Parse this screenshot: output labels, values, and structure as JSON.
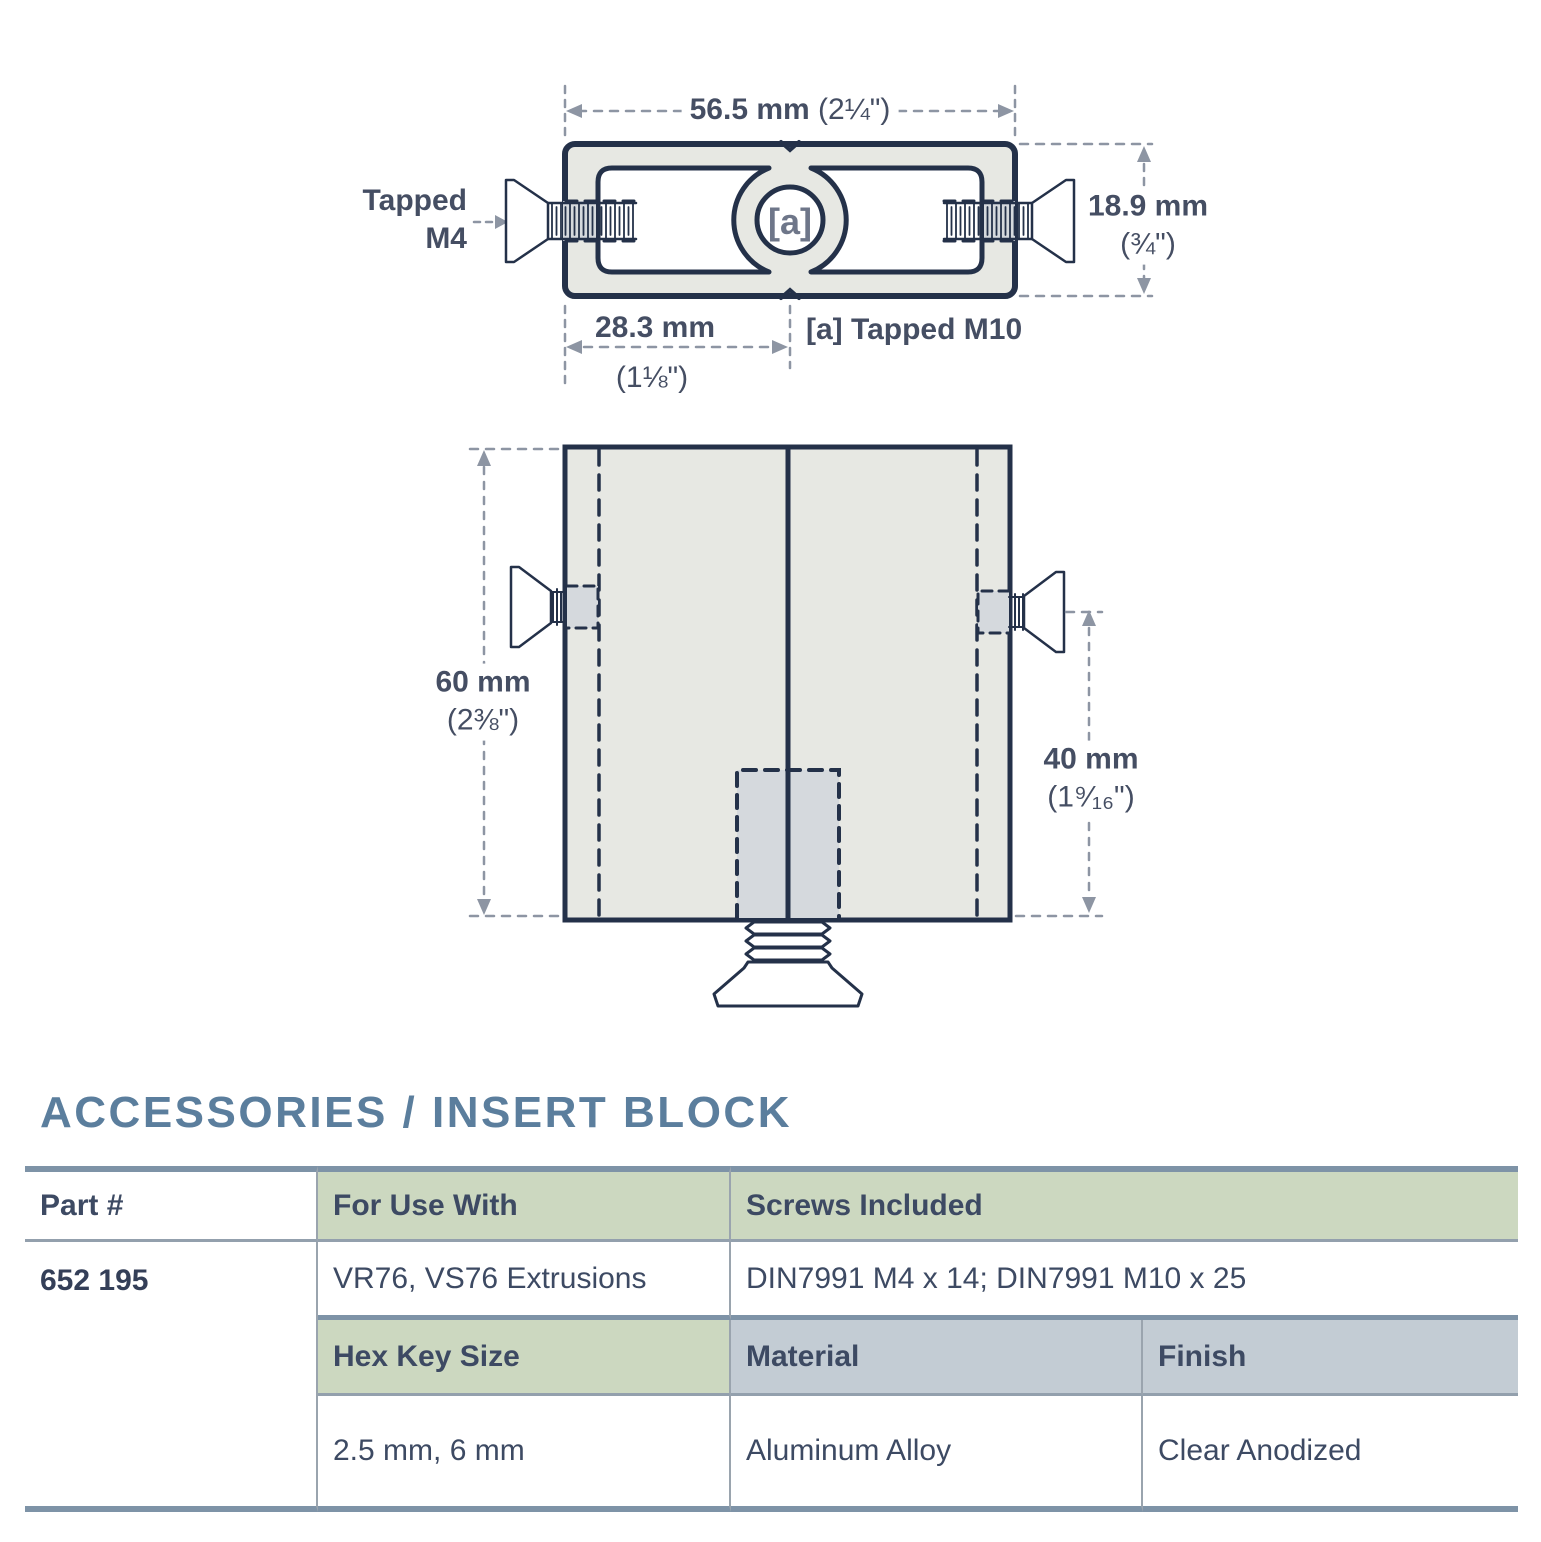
{
  "palette": {
    "line_navy": "#243149",
    "dim_gray": "#8d95a3",
    "block_fill": "#e7e8e3",
    "hole_fill": "#d5d9dd",
    "title_blue": "#5b7e9d",
    "header_green": "#ccd8c0",
    "header_gray": "#c3ccd4",
    "text_navy": "#3d4a63"
  },
  "drawing_top": {
    "dim_width": {
      "mm": "56.5 mm",
      "inch": "(2¼\")"
    },
    "tapped_m4": {
      "line1": "Tapped",
      "line2": "M4"
    },
    "dim_height": {
      "mm": "18.9 mm",
      "inch": "(¾\")"
    },
    "dim_half": {
      "mm": "28.3 mm",
      "inch": "(1⅛\")"
    },
    "tapped_m10": "[a] Tapped M10",
    "hole_label": "[a]"
  },
  "drawing_front": {
    "dim_height": {
      "mm": "60 mm",
      "inch": "(2⅜\")"
    },
    "dim_screw": {
      "mm": "40 mm",
      "inch": "(1⁹⁄₁₆\")"
    }
  },
  "section": {
    "title": "ACCESSORIES / INSERT BLOCK",
    "table": {
      "col_part": "Part #",
      "col_use": "For Use With",
      "col_screws": "Screws Included",
      "part_number": "652 195",
      "use_value": "VR76, VS76 Extrusions",
      "screws_value": "DIN7991 M4 x 14; DIN7991 M10 x 25",
      "col_hex": "Hex Key Size",
      "col_material": "Material",
      "col_finish": "Finish",
      "hex_value": "2.5 mm, 6 mm",
      "material_value": "Aluminum Alloy",
      "finish_value": "Clear Anodized"
    }
  }
}
